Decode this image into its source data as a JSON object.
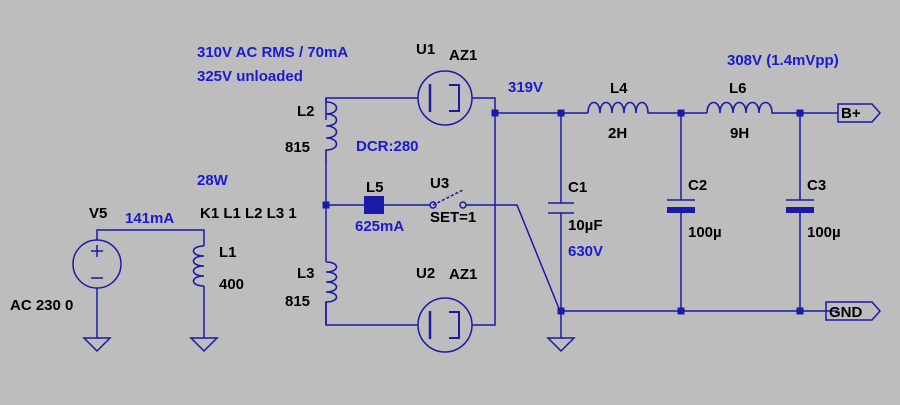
{
  "annotations": {
    "ac_rms": "310V AC RMS / 70mA",
    "unloaded": "325V unloaded",
    "dcr": "DCR:280",
    "power": "28W",
    "primary_current": "141mA",
    "l5_current": "625mA",
    "rect_out": "319V",
    "b_plus_out": "308V (1.4mVpp)",
    "c1_voltage": "630V"
  },
  "components": {
    "U1": {
      "ref": "U1",
      "value": "AZ1"
    },
    "U2": {
      "ref": "U2",
      "value": "AZ1"
    },
    "U3": {
      "ref": "U3",
      "value": "SET=1"
    },
    "L1": {
      "ref": "L1",
      "value": "400"
    },
    "L2": {
      "ref": "L2",
      "value": "815"
    },
    "L3": {
      "ref": "L3",
      "value": "815"
    },
    "L4": {
      "ref": "L4",
      "value": "2H"
    },
    "L5": {
      "ref": "L5"
    },
    "L6": {
      "ref": "L6",
      "value": "9H"
    },
    "C1": {
      "ref": "C1",
      "value": "10µF"
    },
    "C2": {
      "ref": "C2",
      "value": "100µ"
    },
    "C3": {
      "ref": "C3",
      "value": "100µ"
    },
    "V5": {
      "ref": "V5",
      "value": "AC 230 0"
    },
    "K1": {
      "directive": "K1 L1 L2 L3 1"
    }
  },
  "ports": {
    "bplus": "B+",
    "gnd": "GND"
  },
  "colors": {
    "background": "#bdbdbd",
    "wire": "#1a1aa6",
    "annotation": "#1a1ad0",
    "label": "#000000"
  }
}
